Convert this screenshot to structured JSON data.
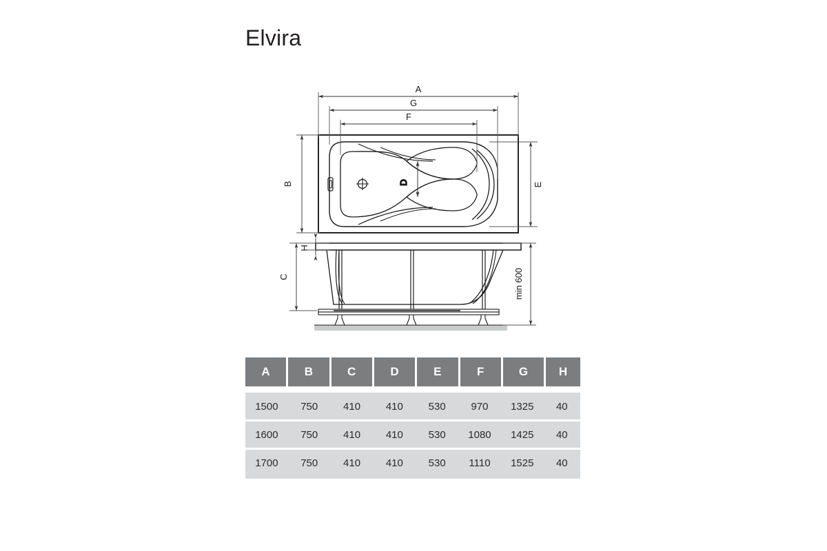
{
  "page": {
    "title": "Elvira",
    "background_color": "#ffffff"
  },
  "drawing": {
    "views": [
      {
        "name": "plan-view",
        "description": "Bathtub top view outline with inner basin contours, drain and overflow"
      },
      {
        "name": "elevation-view",
        "description": "Bathtub front elevation with support frame and adjustable feet"
      }
    ],
    "dimension_labels": {
      "a": "A",
      "b": "B",
      "c": "C",
      "d": "D",
      "e": "E",
      "f": "F",
      "g": "G",
      "h": "H",
      "min_height": "min 600"
    },
    "line_color": "#1a1a1a",
    "dimension_line_color": "#555555",
    "floor_color": "#c9cbcc"
  },
  "table": {
    "headers": [
      "A",
      "B",
      "C",
      "D",
      "E",
      "F",
      "G",
      "H"
    ],
    "rows": [
      [
        "1500",
        "750",
        "410",
        "410",
        "530",
        "970",
        "1325",
        "40"
      ],
      [
        "1600",
        "750",
        "410",
        "410",
        "530",
        "1080",
        "1425",
        "40"
      ],
      [
        "1700",
        "750",
        "410",
        "410",
        "530",
        "1110",
        "1525",
        "40"
      ]
    ],
    "header_background": "#7b7d7f",
    "header_text_color": "#ffffff",
    "row_background": "#d7d9da",
    "row_text_color": "#2b2b2b"
  }
}
